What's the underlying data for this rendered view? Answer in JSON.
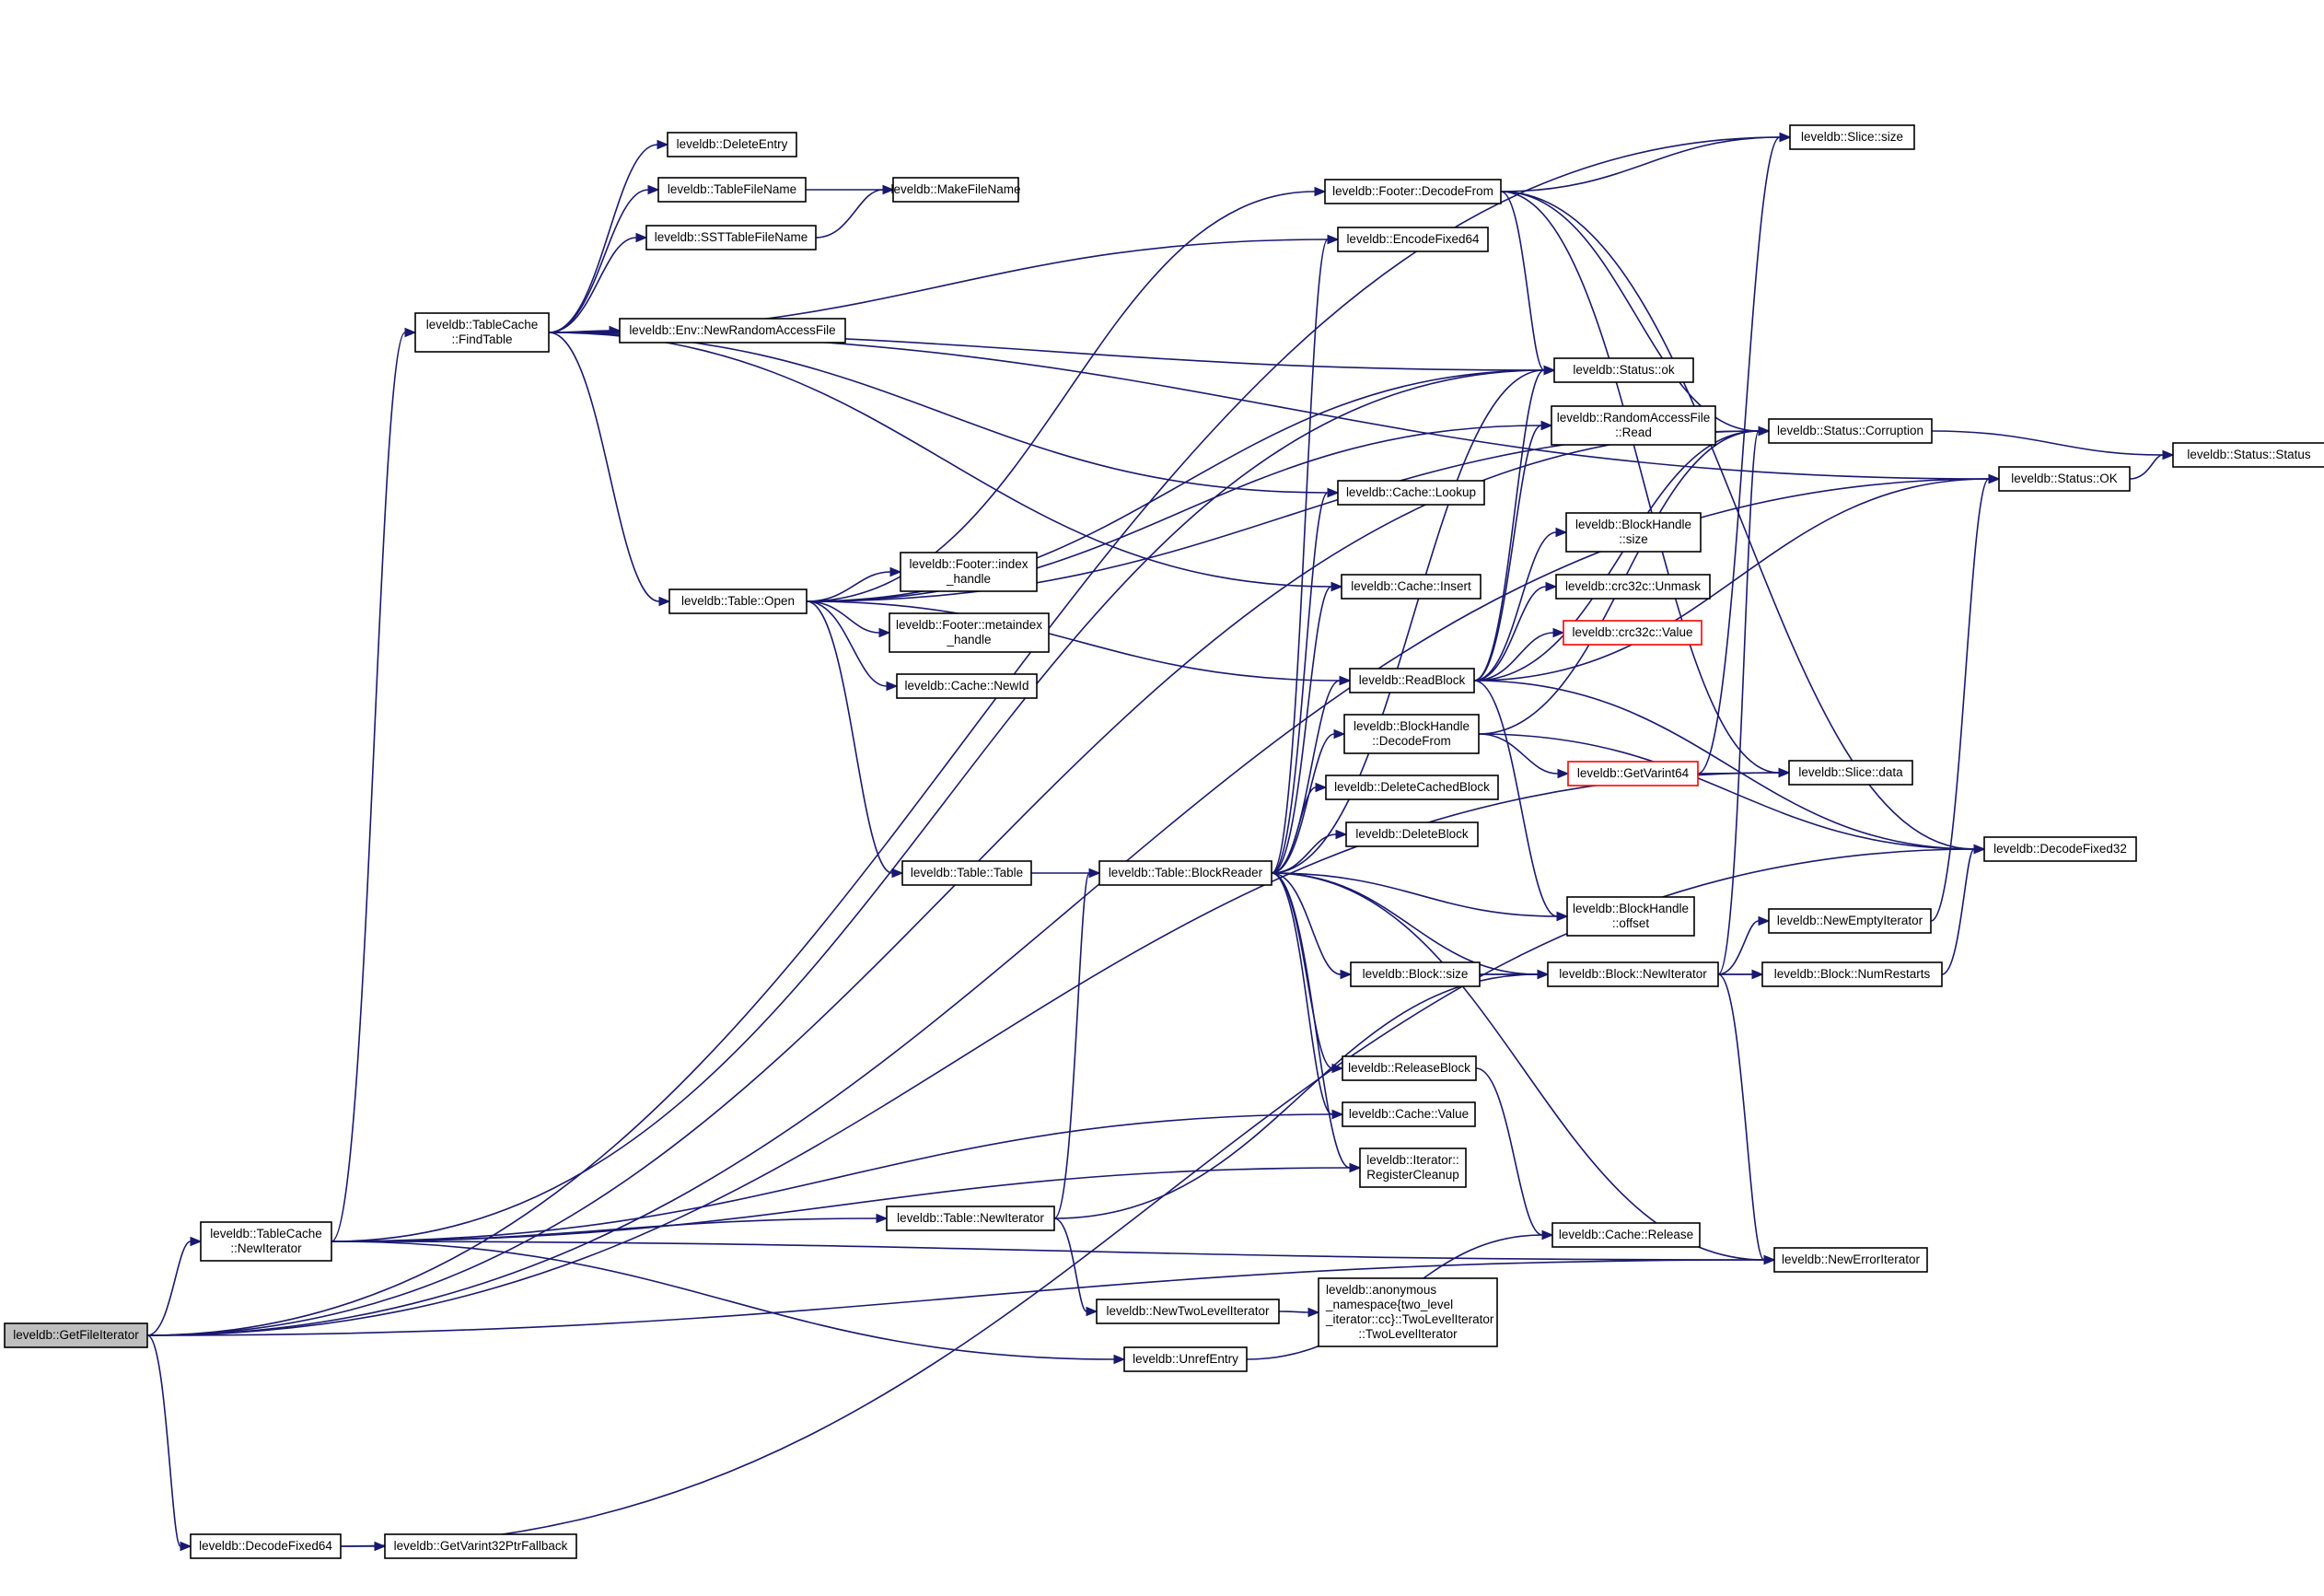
{
  "title": "Call graph for leveldb::GetFileIterator",
  "colors": {
    "edge": "#191970",
    "node_border": "#000000",
    "root_fill": "#bfbfbf",
    "truncated_border": "#ff0000",
    "background": "#ffffff"
  },
  "nodes": [
    {
      "id": "GetFileIterator",
      "lines": [
        "leveldb::GetFileIterator"
      ],
      "kind": "root"
    },
    {
      "id": "TC_NewIterator",
      "lines": [
        "leveldb::TableCache",
        "::NewIterator"
      ]
    },
    {
      "id": "DecodeFixed64",
      "lines": [
        "leveldb::DecodeFixed64"
      ]
    },
    {
      "id": "GetVarint32PtrFallback",
      "lines": [
        "leveldb::GetVarint32PtrFallback"
      ]
    },
    {
      "id": "TC_FindTable",
      "lines": [
        "leveldb::TableCache",
        "::FindTable"
      ]
    },
    {
      "id": "DeleteEntry",
      "lines": [
        "leveldb::DeleteEntry"
      ]
    },
    {
      "id": "TableFileName",
      "lines": [
        "leveldb::TableFileName"
      ]
    },
    {
      "id": "SSTTableFileName",
      "lines": [
        "leveldb::SSTTableFileName"
      ]
    },
    {
      "id": "MakeFileName",
      "lines": [
        "leveldb::MakeFileName"
      ]
    },
    {
      "id": "NewRandomAccessFile",
      "lines": [
        "leveldb::Env::NewRandomAccessFile"
      ]
    },
    {
      "id": "Table_Open",
      "lines": [
        "leveldb::Table::Open"
      ]
    },
    {
      "id": "Footer_index",
      "lines": [
        "leveldb::Footer::index",
        "_handle"
      ]
    },
    {
      "id": "Footer_metaindex",
      "lines": [
        "leveldb::Footer::metaindex",
        "_handle"
      ]
    },
    {
      "id": "Cache_NewId",
      "lines": [
        "leveldb::Cache::NewId"
      ]
    },
    {
      "id": "Table_Table",
      "lines": [
        "leveldb::Table::Table"
      ]
    },
    {
      "id": "BlockReader",
      "lines": [
        "leveldb::Table::BlockReader"
      ]
    },
    {
      "id": "Table_NewIterator",
      "lines": [
        "leveldb::Table::NewIterator"
      ]
    },
    {
      "id": "NewTwoLevelIterator",
      "lines": [
        "leveldb::NewTwoLevelIterator"
      ]
    },
    {
      "id": "TwoLevelIterator",
      "lines": [
        "leveldb::anonymous",
        "_namespace{two_level",
        "_iterator::cc}::TwoLevelIterator",
        "::TwoLevelIterator"
      ]
    },
    {
      "id": "UnrefEntry",
      "lines": [
        "leveldb::UnrefEntry"
      ]
    },
    {
      "id": "Footer_DecodeFrom",
      "lines": [
        "leveldb::Footer::DecodeFrom"
      ]
    },
    {
      "id": "EncodeFixed64",
      "lines": [
        "leveldb::EncodeFixed64"
      ]
    },
    {
      "id": "Cache_Lookup",
      "lines": [
        "leveldb::Cache::Lookup"
      ]
    },
    {
      "id": "Cache_Insert",
      "lines": [
        "leveldb::Cache::Insert"
      ]
    },
    {
      "id": "ReadBlock",
      "lines": [
        "leveldb::ReadBlock"
      ]
    },
    {
      "id": "BH_DecodeFrom",
      "lines": [
        "leveldb::BlockHandle",
        "::DecodeFrom"
      ]
    },
    {
      "id": "DeleteCachedBlock",
      "lines": [
        "leveldb::DeleteCachedBlock"
      ]
    },
    {
      "id": "DeleteBlock",
      "lines": [
        "leveldb::DeleteBlock"
      ]
    },
    {
      "id": "Block_size",
      "lines": [
        "leveldb::Block::size"
      ]
    },
    {
      "id": "ReleaseBlock",
      "lines": [
        "leveldb::ReleaseBlock"
      ]
    },
    {
      "id": "Cache_Value",
      "lines": [
        "leveldb::Cache::Value"
      ]
    },
    {
      "id": "RegisterCleanup",
      "lines": [
        "leveldb::Iterator::",
        "RegisterCleanup"
      ]
    },
    {
      "id": "Status_ok",
      "lines": [
        "leveldb::Status::ok"
      ]
    },
    {
      "id": "RAF_Read",
      "lines": [
        "leveldb::RandomAccessFile",
        "::Read"
      ]
    },
    {
      "id": "BH_size",
      "lines": [
        "leveldb::BlockHandle",
        "::size"
      ]
    },
    {
      "id": "Unmask",
      "lines": [
        "leveldb::crc32c::Unmask"
      ]
    },
    {
      "id": "crc_Value",
      "lines": [
        "leveldb::crc32c::Value"
      ],
      "kind": "truncated"
    },
    {
      "id": "GetVarint64",
      "lines": [
        "leveldb::GetVarint64"
      ],
      "kind": "truncated"
    },
    {
      "id": "BH_offset",
      "lines": [
        "leveldb::BlockHandle",
        "::offset"
      ]
    },
    {
      "id": "Block_NewIterator",
      "lines": [
        "leveldb::Block::NewIterator"
      ]
    },
    {
      "id": "Cache_Release",
      "lines": [
        "leveldb::Cache::Release"
      ]
    },
    {
      "id": "Slice_size",
      "lines": [
        "leveldb::Slice::size"
      ]
    },
    {
      "id": "Status_Corruption",
      "lines": [
        "leveldb::Status::Corruption"
      ]
    },
    {
      "id": "Slice_data",
      "lines": [
        "leveldb::Slice::data"
      ]
    },
    {
      "id": "NewEmptyIterator",
      "lines": [
        "leveldb::NewEmptyIterator"
      ]
    },
    {
      "id": "NumRestarts",
      "lines": [
        "leveldb::Block::NumRestarts"
      ]
    },
    {
      "id": "NewErrorIterator",
      "lines": [
        "leveldb::NewErrorIterator"
      ]
    },
    {
      "id": "Status_OK",
      "lines": [
        "leveldb::Status::OK"
      ]
    },
    {
      "id": "DecodeFixed32",
      "lines": [
        "leveldb::DecodeFixed32"
      ]
    },
    {
      "id": "Status_Status",
      "lines": [
        "leveldb::Status::Status"
      ]
    }
  ],
  "edges": [
    [
      "GetFileIterator",
      "TC_NewIterator"
    ],
    [
      "GetFileIterator",
      "DecodeFixed64"
    ],
    [
      "GetFileIterator",
      "Slice_size"
    ],
    [
      "GetFileIterator",
      "Status_Corruption"
    ],
    [
      "GetFileIterator",
      "Slice_data"
    ],
    [
      "GetFileIterator",
      "NewErrorIterator"
    ],
    [
      "GetFileIterator",
      "Status_OK"
    ],
    [
      "TC_NewIterator",
      "TC_FindTable"
    ],
    [
      "TC_NewIterator",
      "Table_NewIterator"
    ],
    [
      "TC_NewIterator",
      "Cache_Value"
    ],
    [
      "TC_NewIterator",
      "RegisterCleanup"
    ],
    [
      "TC_NewIterator",
      "UnrefEntry"
    ],
    [
      "TC_NewIterator",
      "NewErrorIterator"
    ],
    [
      "TC_NewIterator",
      "Status_ok"
    ],
    [
      "DecodeFixed64",
      "GetVarint32PtrFallback"
    ],
    [
      "DecodeFixed64",
      "DecodeFixed32"
    ],
    [
      "TC_FindTable",
      "DeleteEntry"
    ],
    [
      "TC_FindTable",
      "TableFileName"
    ],
    [
      "TC_FindTable",
      "SSTTableFileName"
    ],
    [
      "TC_FindTable",
      "NewRandomAccessFile"
    ],
    [
      "TC_FindTable",
      "Table_Open"
    ],
    [
      "TC_FindTable",
      "Cache_Lookup"
    ],
    [
      "TC_FindTable",
      "Cache_Insert"
    ],
    [
      "TC_FindTable",
      "Status_ok"
    ],
    [
      "TC_FindTable",
      "EncodeFixed64"
    ],
    [
      "TC_FindTable",
      "Status_OK"
    ],
    [
      "TableFileName",
      "MakeFileName"
    ],
    [
      "SSTTableFileName",
      "MakeFileName"
    ],
    [
      "Table_Open",
      "Footer_index"
    ],
    [
      "Table_Open",
      "Footer_metaindex"
    ],
    [
      "Table_Open",
      "Cache_NewId"
    ],
    [
      "Table_Open",
      "Table_Table"
    ],
    [
      "Table_Open",
      "Footer_DecodeFrom"
    ],
    [
      "Table_Open",
      "ReadBlock"
    ],
    [
      "Table_Open",
      "Status_ok"
    ],
    [
      "Table_Open",
      "RAF_Read"
    ],
    [
      "Table_Open",
      "Status_Corruption"
    ],
    [
      "Table_Table",
      "BlockReader"
    ],
    [
      "Table_NewIterator",
      "BlockReader"
    ],
    [
      "Table_NewIterator",
      "NewTwoLevelIterator"
    ],
    [
      "Table_NewIterator",
      "Block_NewIterator"
    ],
    [
      "NewTwoLevelIterator",
      "TwoLevelIterator"
    ],
    [
      "UnrefEntry",
      "Cache_Release"
    ],
    [
      "BlockReader",
      "EncodeFixed64"
    ],
    [
      "BlockReader",
      "Cache_Lookup"
    ],
    [
      "BlockReader",
      "Cache_Insert"
    ],
    [
      "BlockReader",
      "ReadBlock"
    ],
    [
      "BlockReader",
      "BH_DecodeFrom"
    ],
    [
      "BlockReader",
      "DeleteCachedBlock"
    ],
    [
      "BlockReader",
      "DeleteBlock"
    ],
    [
      "BlockReader",
      "Block_size"
    ],
    [
      "BlockReader",
      "ReleaseBlock"
    ],
    [
      "BlockReader",
      "Cache_Value"
    ],
    [
      "BlockReader",
      "RegisterCleanup"
    ],
    [
      "BlockReader",
      "Status_ok"
    ],
    [
      "BlockReader",
      "BH_offset"
    ],
    [
      "BlockReader",
      "Block_NewIterator"
    ],
    [
      "BlockReader",
      "NewErrorIterator"
    ],
    [
      "Footer_DecodeFrom",
      "Slice_size"
    ],
    [
      "Footer_DecodeFrom",
      "Status_ok"
    ],
    [
      "Footer_DecodeFrom",
      "Status_Corruption"
    ],
    [
      "Footer_DecodeFrom",
      "DecodeFixed32"
    ],
    [
      "Footer_DecodeFrom",
      "Slice_data"
    ],
    [
      "ReadBlock",
      "RAF_Read"
    ],
    [
      "ReadBlock",
      "Status_ok"
    ],
    [
      "ReadBlock",
      "BH_size"
    ],
    [
      "ReadBlock",
      "Unmask"
    ],
    [
      "ReadBlock",
      "crc_Value"
    ],
    [
      "ReadBlock",
      "Status_Corruption"
    ],
    [
      "ReadBlock",
      "Status_OK"
    ],
    [
      "ReadBlock",
      "DecodeFixed32"
    ],
    [
      "ReadBlock",
      "BH_offset"
    ],
    [
      "BH_DecodeFrom",
      "GetVarint64"
    ],
    [
      "BH_DecodeFrom",
      "Status_Corruption"
    ],
    [
      "BH_DecodeFrom",
      "DecodeFixed32"
    ],
    [
      "GetVarint64",
      "Slice_data"
    ],
    [
      "GetVarint64",
      "Slice_size"
    ],
    [
      "Block_size",
      "Block_NewIterator"
    ],
    [
      "Block_size",
      "NumRestarts"
    ],
    [
      "Block_NewIterator",
      "NumRestarts"
    ],
    [
      "Block_NewIterator",
      "NewEmptyIterator"
    ],
    [
      "Block_NewIterator",
      "NewErrorIterator"
    ],
    [
      "Block_NewIterator",
      "Status_Corruption"
    ],
    [
      "ReleaseBlock",
      "Cache_Release"
    ],
    [
      "NewEmptyIterator",
      "Status_OK"
    ],
    [
      "NumRestarts",
      "DecodeFixed32"
    ],
    [
      "Status_Corruption",
      "Status_Status"
    ],
    [
      "Status_OK",
      "Status_Status"
    ]
  ]
}
